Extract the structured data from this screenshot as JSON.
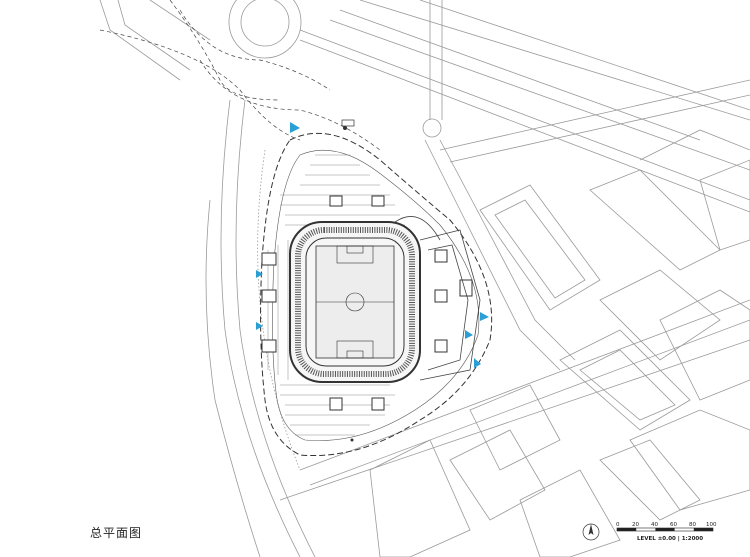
{
  "drawing": {
    "title": "总平面图",
    "level_label": "LEVEL ±0.00 | 1:2000"
  },
  "scale_bar": {
    "ticks": [
      "0",
      "20",
      "40",
      "60",
      "80",
      "100"
    ]
  },
  "colors": {
    "line": "#9a9a9a",
    "dark": "#333333",
    "pitch": "#ededed",
    "entrance_marker": "#2a9fd6"
  },
  "icons": {
    "north_arrow": "north-arrow-icon",
    "entrance": "entrance-triangle-icon"
  }
}
